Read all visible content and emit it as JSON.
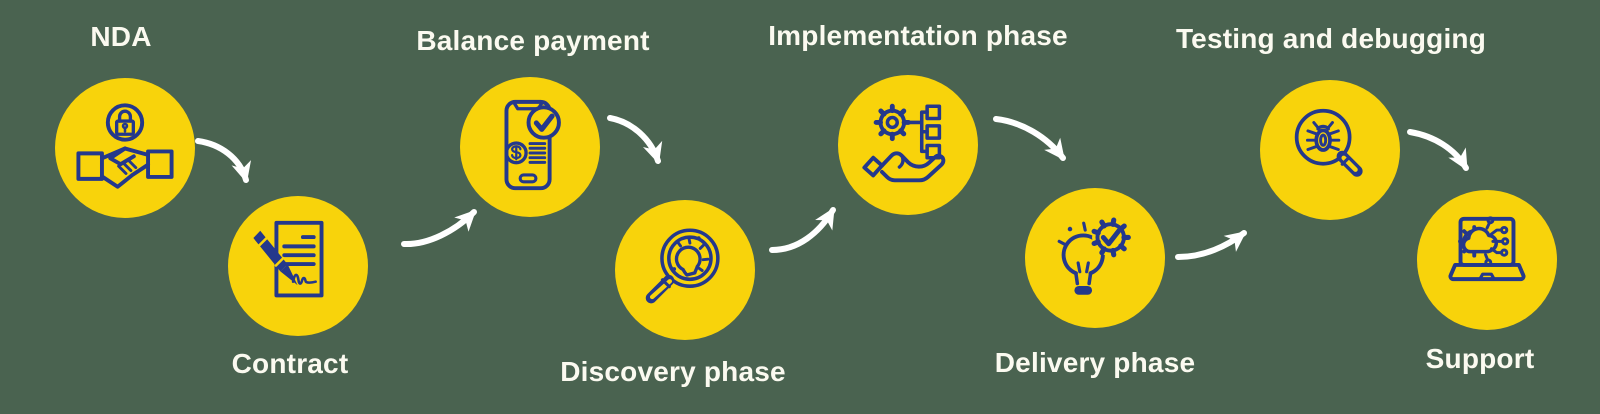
{
  "diagram": {
    "type": "process-flow",
    "steps": [
      {
        "label": "NDA",
        "icon": "handshake-lock-icon",
        "label_position": "top",
        "row": "top"
      },
      {
        "label": "Contract",
        "icon": "signed-document-pen-icon",
        "label_position": "bottom",
        "row": "bottom"
      },
      {
        "label": "Balance payment",
        "icon": "phone-payment-check-icon",
        "label_position": "top",
        "row": "top"
      },
      {
        "label": "Discovery phase",
        "icon": "magnifier-lightbulb-icon",
        "label_position": "bottom",
        "row": "bottom"
      },
      {
        "label": "Implementation phase",
        "icon": "hand-gear-flowchart-icon",
        "label_position": "top",
        "row": "top"
      },
      {
        "label": "Delivery phase",
        "icon": "lightbulb-gear-check-icon",
        "label_position": "bottom",
        "row": "bottom"
      },
      {
        "label": "Testing and debugging",
        "icon": "magnifier-bug-icon",
        "label_position": "top",
        "row": "top"
      },
      {
        "label": "Support",
        "icon": "laptop-cloud-gear-icon",
        "label_position": "bottom",
        "row": "bottom"
      }
    ],
    "connections": [
      {
        "from": "NDA",
        "to": "Contract"
      },
      {
        "from": "Contract",
        "to": "Balance payment"
      },
      {
        "from": "Balance payment",
        "to": "Discovery phase"
      },
      {
        "from": "Discovery phase",
        "to": "Implementation phase"
      },
      {
        "from": "Implementation phase",
        "to": "Delivery phase"
      },
      {
        "from": "Delivery phase",
        "to": "Testing and debugging"
      },
      {
        "from": "Testing and debugging",
        "to": "Support"
      }
    ]
  },
  "colors": {
    "background": "#4A6350",
    "circle": "#F8D30B",
    "icon": "#24388C",
    "text": "#FBFAF0",
    "arrow": "#FFFFFF"
  }
}
